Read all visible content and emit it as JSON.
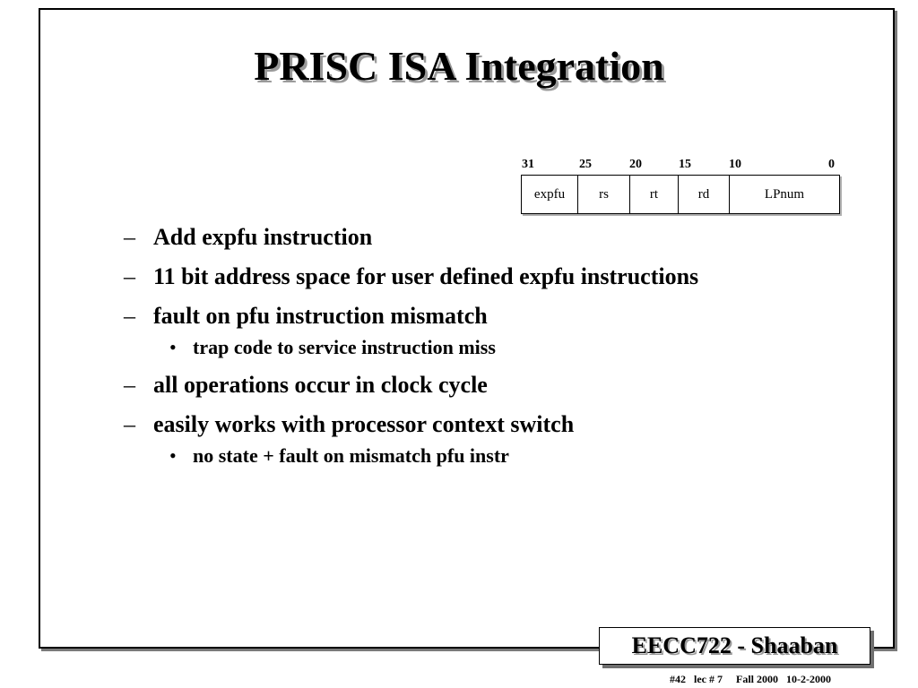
{
  "slide": {
    "title": "PRISC ISA Integration",
    "instruction_format": {
      "bit_positions": [
        "31",
        "25",
        "20",
        "15",
        "10",
        "0"
      ],
      "fields": [
        "expfu",
        "rs",
        "rt",
        "rd",
        "LPnum"
      ]
    },
    "bullets": [
      {
        "marker": "–",
        "text": "Add expfu instruction",
        "level": 1
      },
      {
        "marker": "–",
        "text": "11 bit address space for user defined expfu instructions",
        "level": 1
      },
      {
        "marker": "–",
        "text": "fault on pfu instruction mismatch",
        "level": 1
      },
      {
        "marker": "•",
        "text": "trap code to service instruction miss",
        "level": 2
      },
      {
        "marker": "–",
        "text": "all operations occur in clock cycle",
        "level": 1
      },
      {
        "marker": "–",
        "text": "easily works with processor context switch",
        "level": 1
      },
      {
        "marker": "•",
        "text": "no state + fault on mismatch pfu instr",
        "level": 2
      }
    ]
  },
  "footer": {
    "course": "EECC722 - Shaaban",
    "info": "#42   lec # 7     Fall 2000   10-2-2000"
  }
}
